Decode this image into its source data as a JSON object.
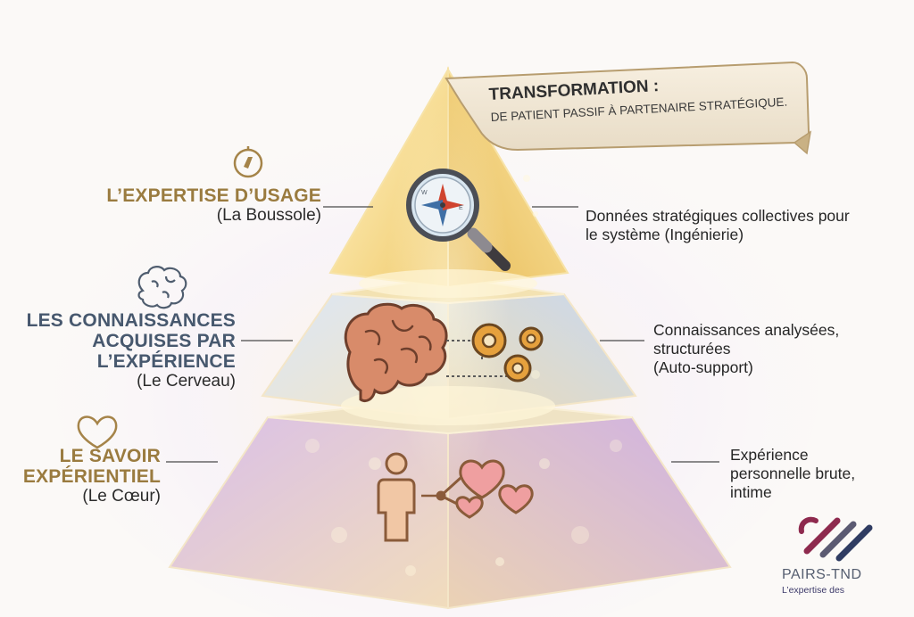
{
  "banner": {
    "title": "TRANSFORMATION :",
    "subtitle": "DE PATIENT PASSIF À PARTENAIRE STRATÉGIQUE."
  },
  "levels": [
    {
      "title_lines": [
        "L’EXPERTISE D’USAGE"
      ],
      "subtitle": "(La Boussole)",
      "description_lines": [
        "Données stratégiques collectives pour",
        "le système (Ingénierie)"
      ],
      "icon": "compass-icon",
      "title_color": "#9a7b3f"
    },
    {
      "title_lines": [
        "LES CONNAISSANCES",
        "ACQUISES PAR",
        "L’EXPÉRIENCE"
      ],
      "subtitle": "(Le Cerveau)",
      "description_lines": [
        "Connaissances analysées,",
        "structurées",
        "(Auto-support)"
      ],
      "icon": "brain-icon",
      "title_color": "#47586e"
    },
    {
      "title_lines": [
        "LE SAVOIR",
        "EXPÉRIENTIEL"
      ],
      "subtitle": "(Le Cœur)",
      "description_lines": [
        "Expérience",
        "personnelle brute,",
        "intime"
      ],
      "icon": "heart-icon",
      "title_color": "#9a7b3f"
    }
  ],
  "logo": {
    "name": "PAIRS-TND",
    "tagline": "L’expertise des"
  },
  "colors": {
    "gold": "#9a7b3f",
    "slate": "#47586e",
    "top_tier": "#f3d27a",
    "middle_tier": "#b8cbe6",
    "bottom_tier": "#cdb0e2",
    "icon_brown": "#8a5b3a"
  }
}
